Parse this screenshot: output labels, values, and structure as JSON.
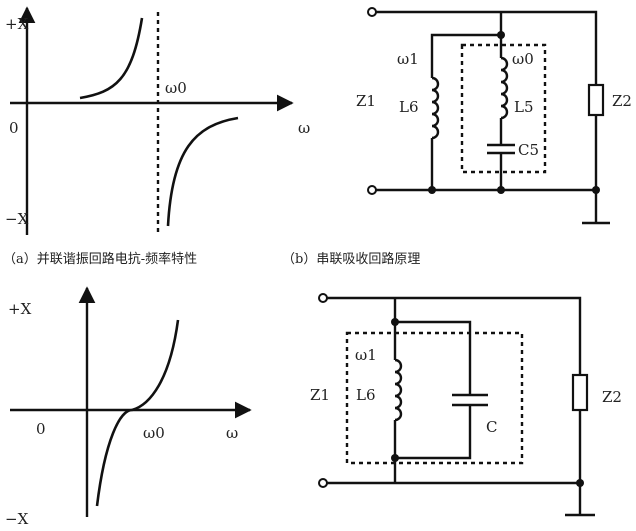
{
  "graph_a": {
    "plus_x": "+X",
    "zero": "0",
    "minus_x": "−X",
    "omega0": "ω0",
    "omega": "ω"
  },
  "circuit_b": {
    "omega1": "ω1",
    "omega0": "ω0",
    "z1": "Z1",
    "l6": "L6",
    "l5": "L5",
    "c5": "C5",
    "z2": "Z2"
  },
  "captions": {
    "a": "（a）并联谐振回路电抗-频率特性",
    "b": "（b）串联吸收回路原理"
  },
  "graph_c": {
    "plus_x": "+X",
    "zero": "0",
    "minus_x": "−X",
    "omega0": "ω0",
    "omega": "ω"
  },
  "circuit_d": {
    "omega1": "ω1",
    "z1": "Z1",
    "l6": "L6",
    "c": "C",
    "z2": "Z2"
  }
}
